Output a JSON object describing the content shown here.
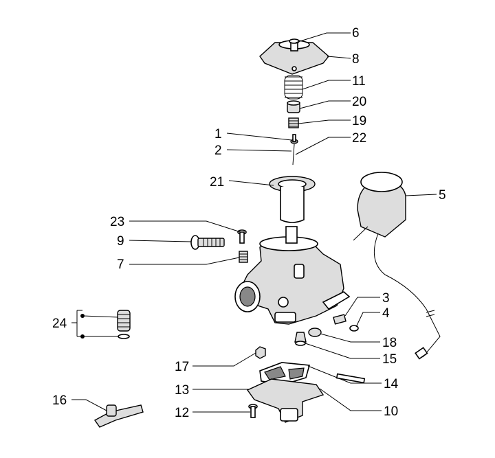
{
  "diagram": {
    "type": "exploded-parts-diagram",
    "labels": {
      "p1": "1",
      "p2": "2",
      "p3": "3",
      "p4": "4",
      "p5": "5",
      "p6": "6",
      "p7": "7",
      "p8": "8",
      "p9": "9",
      "p10": "10",
      "p11": "11",
      "p12": "12",
      "p13": "13",
      "p14": "14",
      "p15": "15",
      "p16": "16",
      "p17": "17",
      "p18": "18",
      "p19": "19",
      "p20": "20",
      "p21": "21",
      "p22": "22",
      "p23": "23",
      "p24": "24"
    }
  }
}
